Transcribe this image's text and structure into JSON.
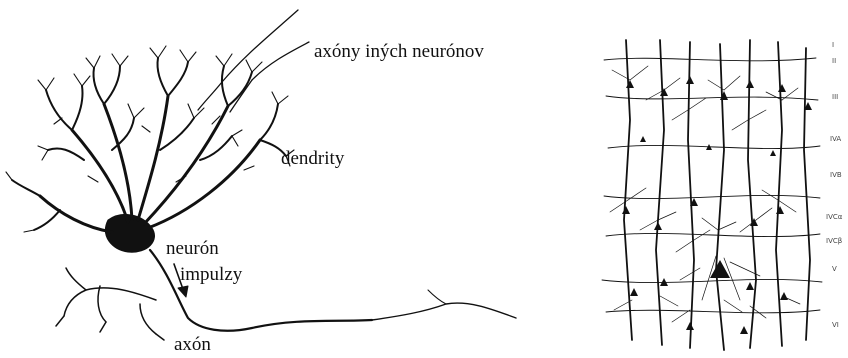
{
  "labels": {
    "axons_other": "axóny iných neurónov",
    "dendrites": "dendrity",
    "neuron": "neurón",
    "impulses": "impulzy",
    "axon": "axón"
  },
  "cortex_layers": [
    "I",
    "II",
    "III",
    "IVA",
    "IVB",
    "IVCα",
    "IVCβ",
    "V",
    "VI"
  ],
  "colors": {
    "ink": "#111111",
    "background": "#ffffff"
  }
}
